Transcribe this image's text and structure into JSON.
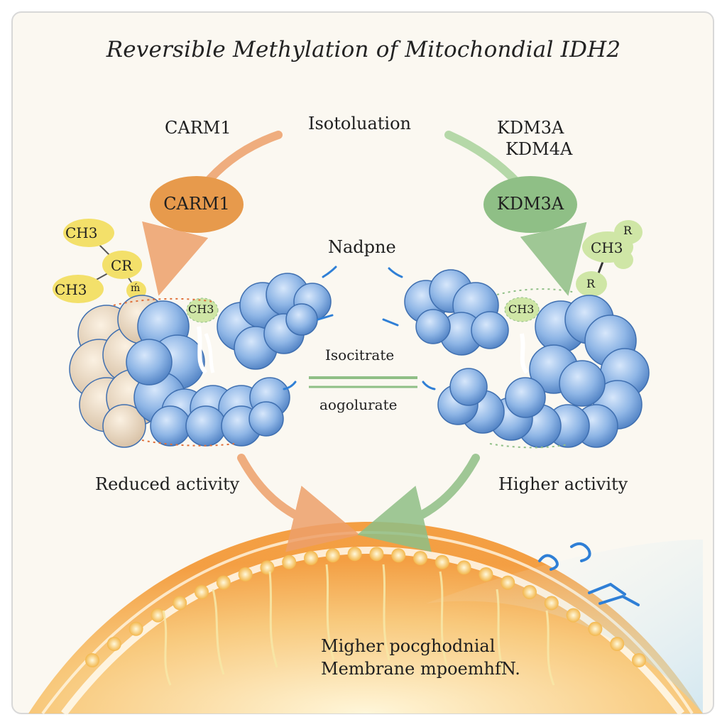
{
  "title": "Reversible Methylation of Mitochondial IDH2",
  "top_center_label": "Isotoluation",
  "left": {
    "enzyme_label": "CARM1",
    "enzyme_pill": "CARM1",
    "methyl_groups": [
      "CH3",
      "CR",
      "CH3",
      "ḿ"
    ],
    "site_label": "CH3",
    "activity": "Reduced activity"
  },
  "right": {
    "enzyme_label_1": "KDM3A",
    "enzyme_label_2": "KDM4A",
    "enzyme_pill": "KDM3A",
    "methyl_groups": [
      "CH3",
      "R",
      "R"
    ],
    "site_label": "CH3",
    "activity": "Higher activity"
  },
  "center": {
    "cofactor": "Nadpne",
    "substrate": "Isocitrate",
    "product": "aogolurate"
  },
  "membrane": {
    "line1": "Migher pocghodnial",
    "line2": "Membrane mpoemhfN."
  },
  "colors": {
    "protein_blue": "#8fb6e6",
    "left_pill": "#e79a4c",
    "right_pill": "#8fbf86",
    "methyl_yellow": "#f3e06a",
    "methyl_green": "#cfe6a6",
    "membrane_orange": "#f5a94a"
  }
}
